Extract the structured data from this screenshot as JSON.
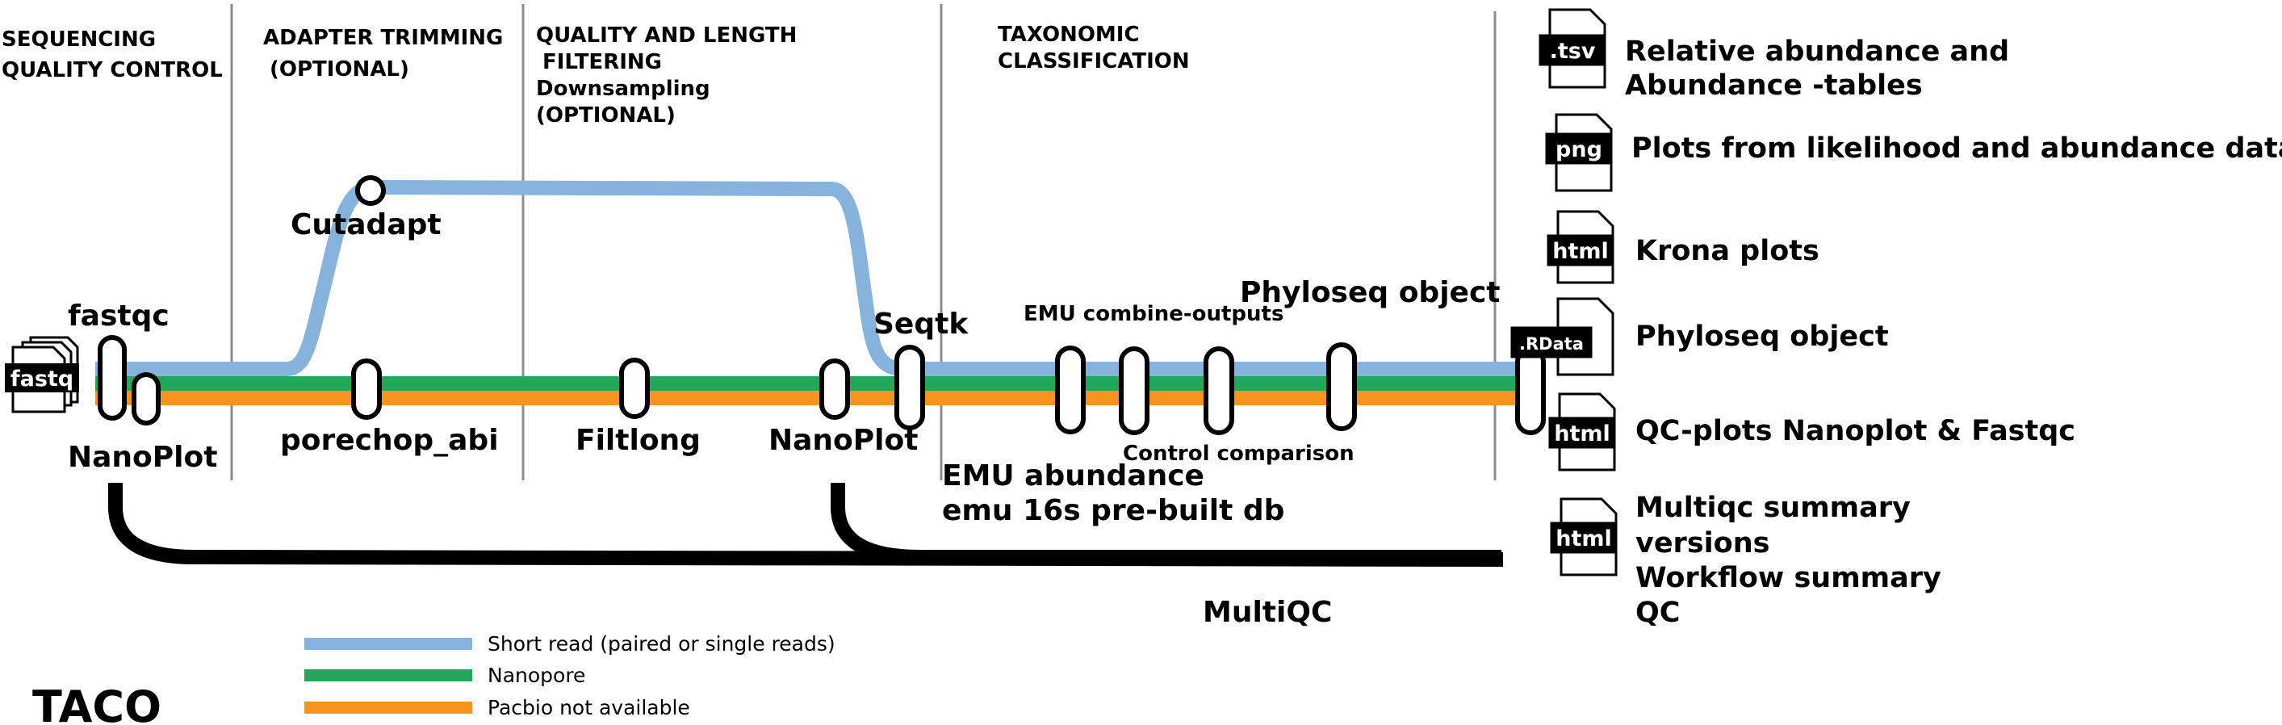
{
  "pipeline_name": "TACO",
  "colors": {
    "short_read": "#85b3db",
    "nanopore": "#22a85a",
    "pacbio": "#f7941d",
    "multiqc_line": "#000000",
    "divider": "#8c8c8c"
  },
  "stages": {
    "qc_line1": "SEQUENCING",
    "qc_line2": "QUALITY CONTROL",
    "trim_line1": "ADAPTER TRIMMING",
    "trim_line2": "(OPTIONAL)",
    "filter_line1": "QUALITY AND LENGTH",
    "filter_line2": "FILTERING",
    "filter_line3": "Downsampling",
    "filter_line4": "(OPTIONAL)",
    "tax_line1": "TAXONOMIC",
    "tax_line2": "CLASSIFICATION"
  },
  "tools": {
    "fastqc": "fastqc",
    "nanoplot1": "NanoPlot",
    "cutadapt": "Cutadapt",
    "porechop": "porechop_abi",
    "filtlong": "Filtlong",
    "nanoplot2": "NanoPlot",
    "seqtk": "Seqtk",
    "emu_combine": "EMU combine-outputs",
    "phyloseq_tool": "Phyloseq object",
    "control_comparison": "Control comparison",
    "emu_abundance_line1": "EMU abundance",
    "emu_abundance_line2": "emu 16s pre-built db",
    "multiqc": "MultiQC"
  },
  "input_file_label": "fastq",
  "outputs": [
    {
      "badge": ".tsv",
      "lines": [
        "Relative abundance and",
        "Abundance -tables"
      ]
    },
    {
      "badge": "png",
      "lines": [
        "Plots from likelihood and abundance data"
      ]
    },
    {
      "badge": "html",
      "lines": [
        "Krona plots"
      ]
    },
    {
      "badge": ".RData",
      "lines": [
        "Phyloseq object"
      ]
    },
    {
      "badge": "html",
      "lines": [
        "QC-plots Nanoplot & Fastqc"
      ]
    },
    {
      "badge": "html",
      "lines": [
        "Multiqc summary",
        "versions",
        "Workflow summary",
        "QC"
      ]
    }
  ],
  "legend": [
    {
      "label": "Short read (paired or single reads)",
      "color": "#85b3db"
    },
    {
      "label": "Nanopore",
      "color": "#22a85a"
    },
    {
      "label": "Pacbio not available",
      "color": "#f7941d"
    }
  ]
}
